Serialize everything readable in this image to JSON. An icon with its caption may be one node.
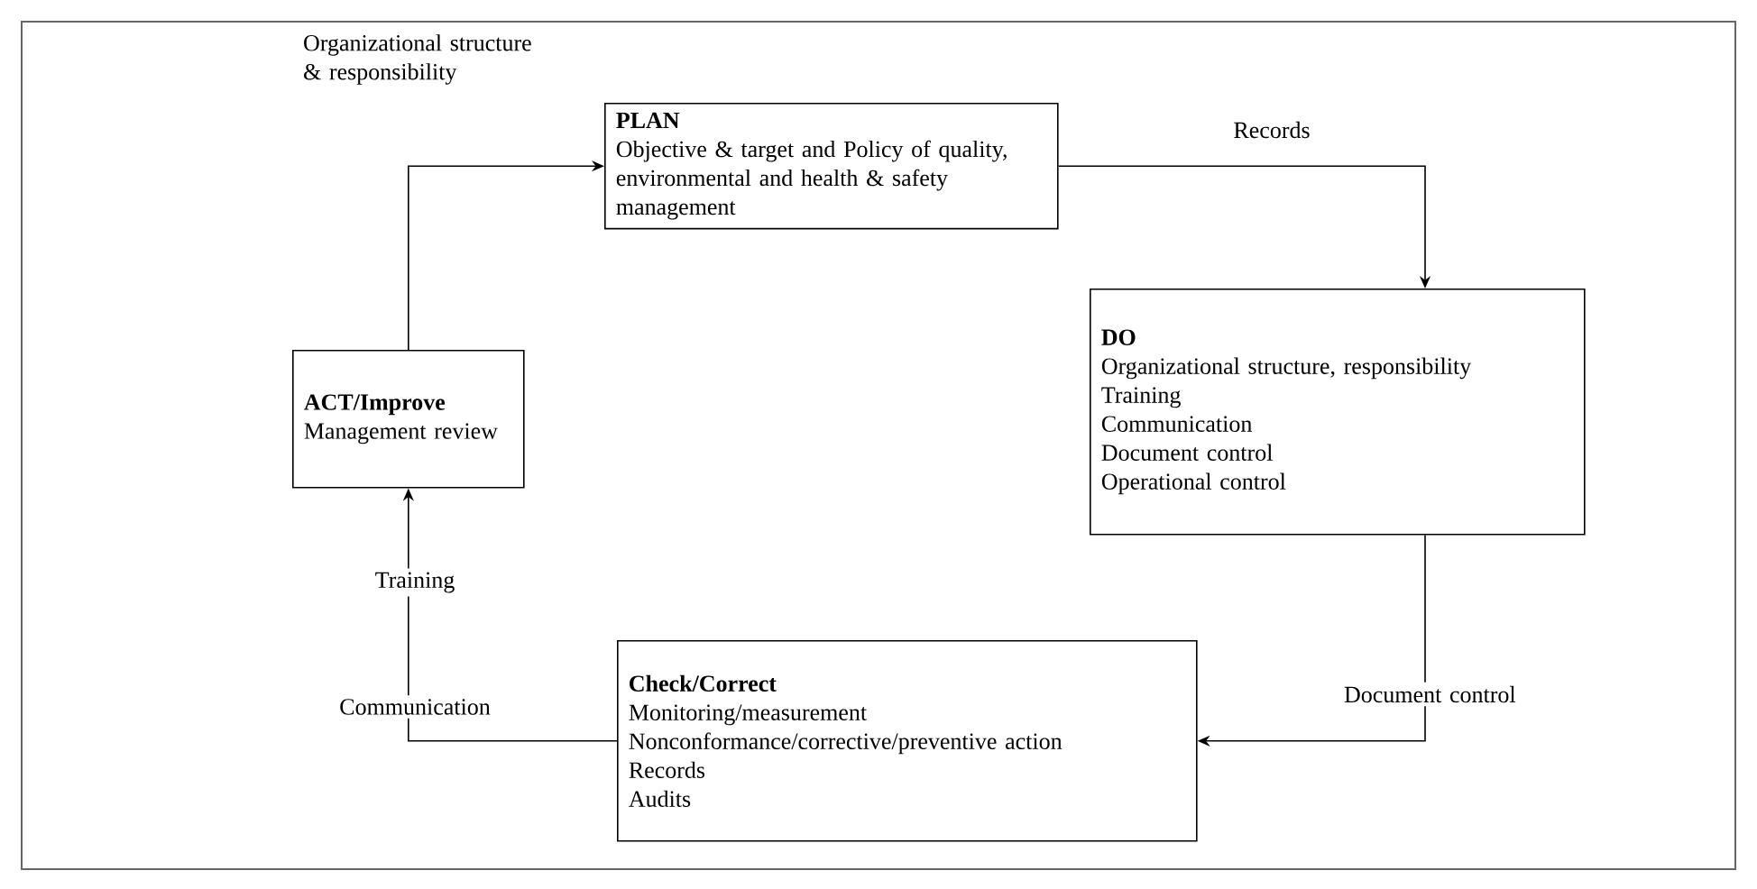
{
  "diagram": {
    "nodes": [
      {
        "text": [
          "PLAN",
          "Objective & target and Policy of quality, environmental and health & safety management"
        ]
      },
      {
        "text": [
          "DO",
          "Organizational structure, responsibility",
          "Training",
          "Communication",
          "Document control",
          "Operational control"
        ]
      },
      {
        "text": [
          "Check/Correct",
          "Monitoring/measurement",
          "Nonconformance/corrective/preventive action",
          "Records",
          "Audits"
        ]
      },
      {
        "text": [
          "ACT/Improve",
          "Management review"
        ]
      }
    ],
    "edges": [
      {
        "from": 0,
        "to": 1,
        "arrow": "to",
        "label": "Records"
      },
      {
        "from": 1,
        "to": 2,
        "arrow": "to",
        "label": "Document control"
      },
      {
        "from": 2,
        "to": 3,
        "arrow": "to",
        "label": "Training"
      },
      {
        "from": 3,
        "to": 0,
        "arrow": "to",
        "label": "Organizational structure & responsibility"
      }
    ],
    "labels": [
      "Communication"
    ]
  }
}
